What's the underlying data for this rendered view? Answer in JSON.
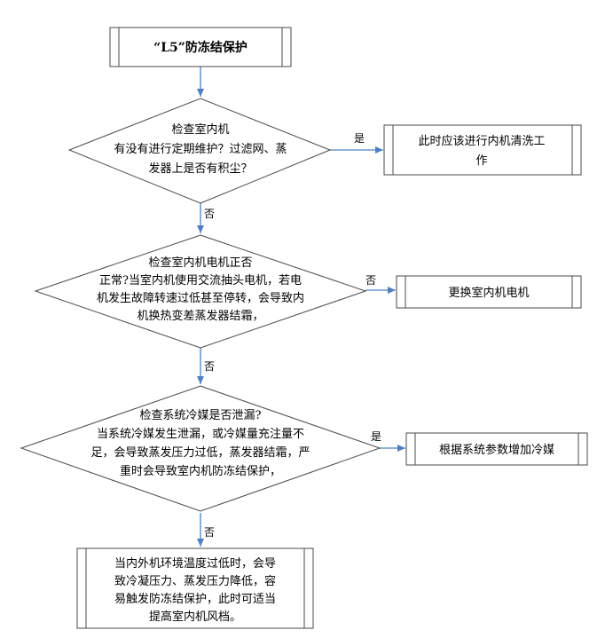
{
  "nodes": {
    "start": {
      "text": "“L5”防冻结保护"
    },
    "check1": {
      "lines": [
        "检查室内机",
        "有没有进行定期维护？过滤网、蒸",
        "发器上是否有积尘？"
      ]
    },
    "action1": {
      "lines": [
        "此时应该进行内机清洗工",
        "作"
      ]
    },
    "check2": {
      "lines": [
        "检查室内机电机正否",
        "正常?当室内机使用交流抽头电机，若电",
        "机发生故障转速过低甚至停转，会导致内",
        "机换热变差蒸发器结霜，"
      ]
    },
    "action2": {
      "lines": [
        "更换室内机电机"
      ]
    },
    "check3": {
      "lines": [
        "检查系统冷媒是否泄漏?",
        "当系统冷媒发生泄漏，或冷媒量充注量不",
        "足，会导致蒸发压力过低，蒸发器结霜，严",
        "重时会导致室内机防冻结保护，"
      ]
    },
    "action3": {
      "lines": [
        "根据系统参数增加冷媒"
      ]
    },
    "final": {
      "lines": [
        "当内外机环境温度过低时，会导",
        "致冷凝压力、蒸发压力降低，容",
        "易触发防冻结保护，此时可适当",
        "提高室内机风档。"
      ]
    }
  },
  "edges": {
    "yes1": "是",
    "no1": "否",
    "no2": "否",
    "no2b": "否",
    "yes3": "是",
    "no3": "否"
  },
  "colors": {
    "edge": "#4f7fc0",
    "border": "#4a4a4a"
  }
}
